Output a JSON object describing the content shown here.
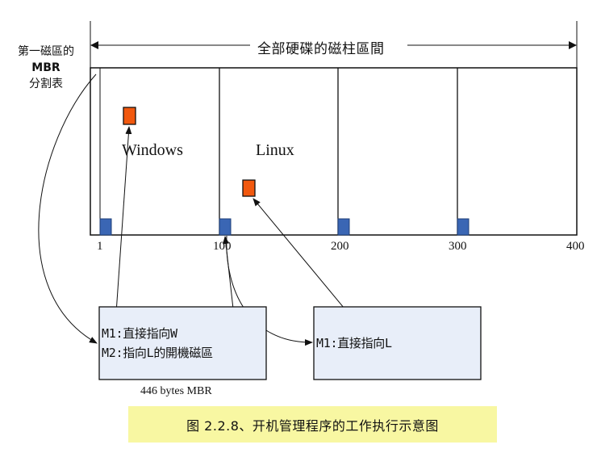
{
  "labels": {
    "mbr_note_line1": "第一磁區的",
    "mbr_note_line2": "MBR",
    "mbr_note_line3": "分割表",
    "top_title": "全部硬碟的磁柱區間",
    "windows": "Windows",
    "linux": "Linux",
    "tick_1": "1",
    "tick_100": "100",
    "tick_200": "200",
    "tick_300": "300",
    "tick_400": "400",
    "box1_line1": "M1:直接指向W",
    "box1_line2": "M2:指向L的開機磁區",
    "box2_line1": "M1:直接指向L",
    "mbr_caption": "446 bytes MBR",
    "figure_caption": "图 2.2.8、开机管理程序的工作执行示意图"
  },
  "colors": {
    "marker_blue": "#3a66b4",
    "marker_orange": "#f1580e",
    "box_fill": "#e8eef9",
    "caption_bg": "#f8f7a2"
  }
}
